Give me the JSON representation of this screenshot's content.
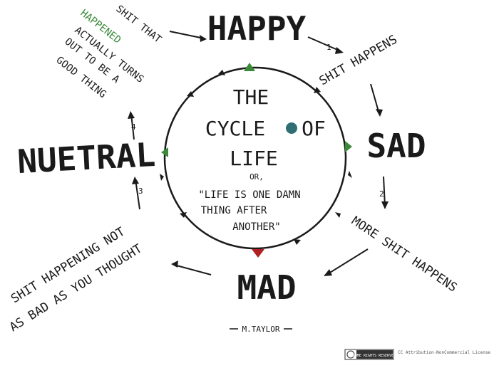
{
  "diagram": {
    "title_lines": [
      "THE",
      "CYCLE",
      "OF",
      "LIFE"
    ],
    "or_label": "OR,",
    "quote_lines": [
      "\"LIFE IS ONE DAMN",
      "THING AFTER",
      "ANOTHER\""
    ],
    "states": {
      "happy": "HAPPY",
      "sad": "SAD",
      "mad": "MAD",
      "neutral": "NUETRAL"
    },
    "transitions": {
      "happy_to_sad": "SHIT HAPPENS",
      "sad_to_mad": "MORE SHIT HAPPENS",
      "mad_to_neutral_lines": [
        "SHIT HAPPENING NOT",
        "AS BAD AS YOU THOUGHT"
      ],
      "neutral_to_happy_lines": [
        "SHIT THAT",
        "HAPPENED",
        "ACTUALLY TURNS",
        "OUT TO BE A",
        "GOOD THING"
      ]
    },
    "step_numbers": [
      "1",
      "2",
      "3",
      "4"
    ],
    "signature": "M.TAYLOR",
    "license_badge": "SOME RIGHTS RESERVED",
    "license_text": "CC Attribution-NonCommercial License",
    "colors": {
      "ink": "#1a1a1a",
      "green_accent": "#3a8a3a",
      "red_accent": "#b02020",
      "teal_dot": "#2f6f73"
    }
  }
}
